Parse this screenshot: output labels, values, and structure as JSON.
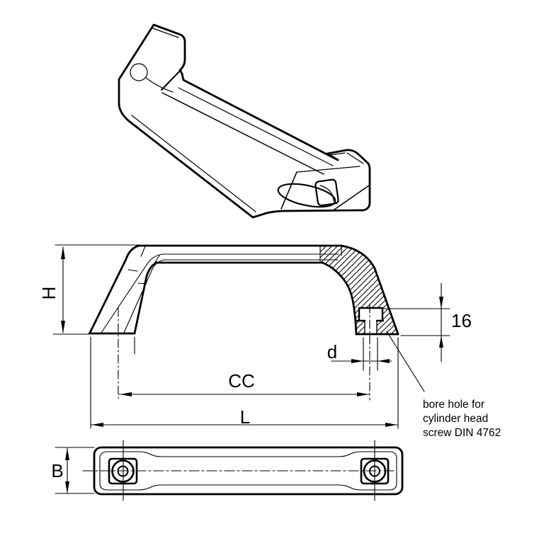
{
  "drawing": {
    "type": "technical-drawing",
    "subject": "U-shaped machine pull handle",
    "colors": {
      "line": "#000000",
      "background": "#ffffff"
    },
    "views": {
      "isometric": {
        "name": "isometric view of handle"
      },
      "front_section": {
        "name": "front view with section through right leg"
      },
      "bottom": {
        "name": "bottom view of handle"
      }
    },
    "dimensions": {
      "H": "H",
      "CC": "CC",
      "L": "L",
      "d": "d",
      "B": "B",
      "counterbore_depth": "16"
    },
    "note": {
      "lines": [
        "bore hole for",
        "cylinder head",
        "screw DIN 4762"
      ]
    }
  }
}
